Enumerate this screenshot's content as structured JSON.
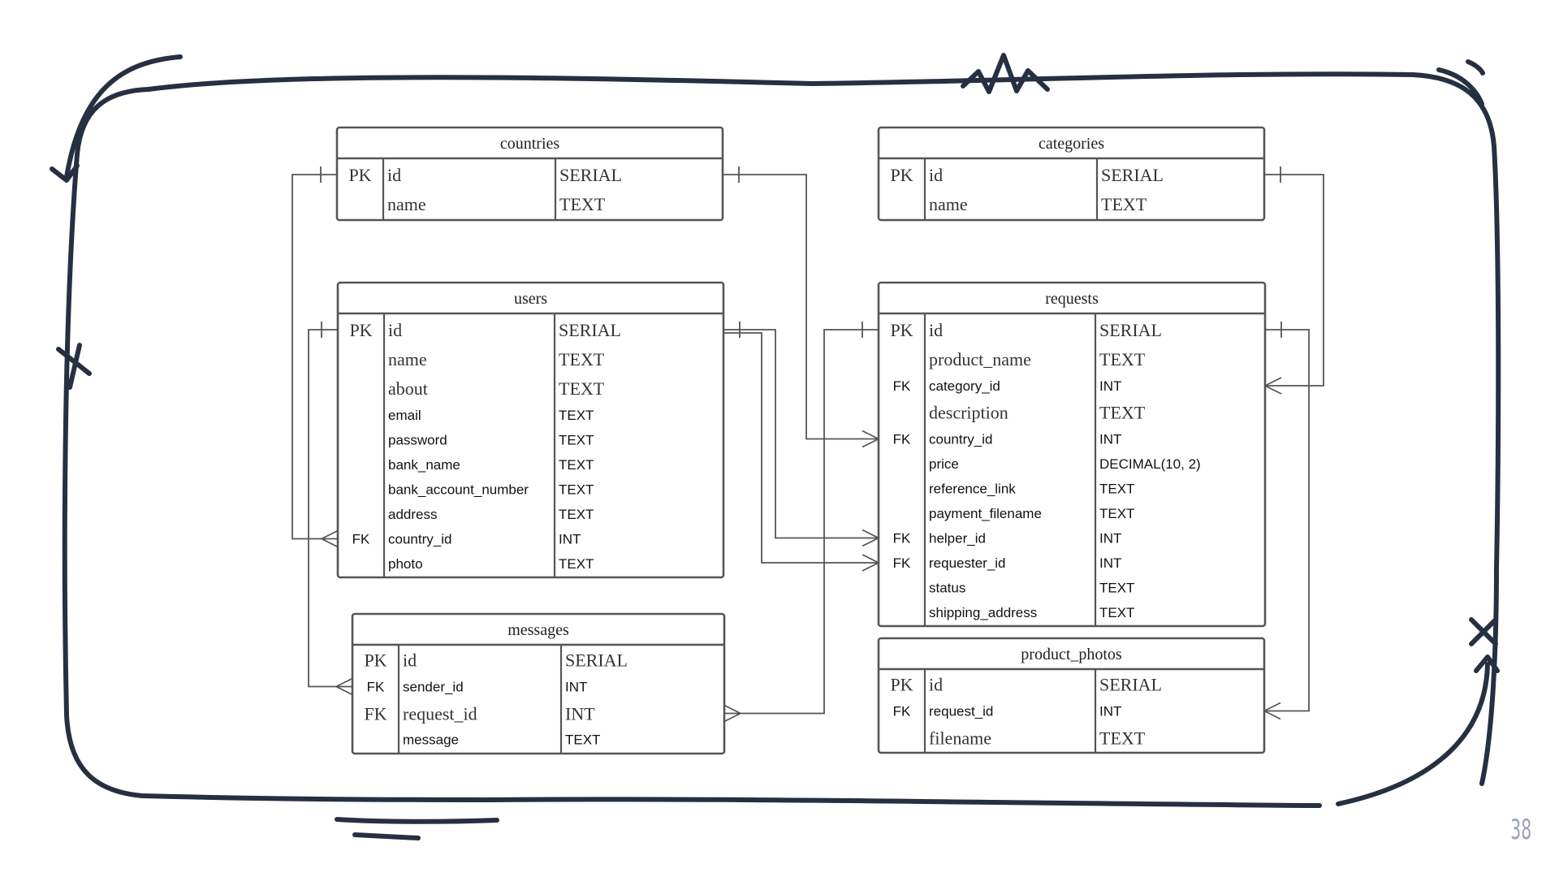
{
  "slide": {
    "page_number": "38"
  },
  "colors": {
    "frame": "#253041",
    "table": "#555555",
    "page_number": "#9aa3b8"
  },
  "tables": [
    {
      "id": "countries",
      "title": "countries",
      "rows": [
        {
          "key": "PK",
          "name": "id",
          "type": "SERIAL",
          "font": "serif"
        },
        {
          "key": "",
          "name": "name",
          "type": "TEXT",
          "font": "serif"
        }
      ]
    },
    {
      "id": "categories",
      "title": "categories",
      "rows": [
        {
          "key": "PK",
          "name": "id",
          "type": "SERIAL",
          "font": "serif"
        },
        {
          "key": "",
          "name": "name",
          "type": "TEXT",
          "font": "serif"
        }
      ]
    },
    {
      "id": "users",
      "title": "users",
      "rows": [
        {
          "key": "PK",
          "name": "id",
          "type": "SERIAL",
          "font": "serif"
        },
        {
          "key": "",
          "name": "name",
          "type": "TEXT",
          "font": "serif"
        },
        {
          "key": "",
          "name": "about",
          "type": "TEXT",
          "font": "serif"
        },
        {
          "key": "",
          "name": "email",
          "type": "TEXT",
          "font": "sans"
        },
        {
          "key": "",
          "name": "password",
          "type": "TEXT",
          "font": "sans"
        },
        {
          "key": "",
          "name": "bank_name",
          "type": "TEXT",
          "font": "sans"
        },
        {
          "key": "",
          "name": "bank_account_number",
          "type": "TEXT",
          "font": "sans"
        },
        {
          "key": "",
          "name": "address",
          "type": "TEXT",
          "font": "sans"
        },
        {
          "key": "FK",
          "name": "country_id",
          "type": "INT",
          "font": "sans"
        },
        {
          "key": "",
          "name": "photo",
          "type": "TEXT",
          "font": "sans"
        }
      ]
    },
    {
      "id": "requests",
      "title": "requests",
      "rows": [
        {
          "key": "PK",
          "name": "id",
          "type": "SERIAL",
          "font": "serif"
        },
        {
          "key": "",
          "name": "product_name",
          "type": "TEXT",
          "font": "serif"
        },
        {
          "key": "FK",
          "name": "category_id",
          "type": "INT",
          "font": "sans"
        },
        {
          "key": "",
          "name": "description",
          "type": "TEXT",
          "font": "serif"
        },
        {
          "key": "FK",
          "name": "country_id",
          "type": "INT",
          "font": "sans"
        },
        {
          "key": "",
          "name": "price",
          "type": "DECIMAL(10, 2)",
          "font": "sans"
        },
        {
          "key": "",
          "name": "reference_link",
          "type": "TEXT",
          "font": "sans"
        },
        {
          "key": "",
          "name": "payment_filename",
          "type": "TEXT",
          "font": "sans"
        },
        {
          "key": "FK",
          "name": "helper_id",
          "type": "INT",
          "font": "sans"
        },
        {
          "key": "FK",
          "name": "requester_id",
          "type": "INT",
          "font": "sans"
        },
        {
          "key": "",
          "name": "status",
          "type": "TEXT",
          "font": "sans"
        },
        {
          "key": "",
          "name": "shipping_address",
          "type": "TEXT",
          "font": "sans"
        }
      ]
    },
    {
      "id": "messages",
      "title": "messages",
      "rows": [
        {
          "key": "PK",
          "name": "id",
          "type": "SERIAL",
          "font": "serif"
        },
        {
          "key": "FK",
          "name": "sender_id",
          "type": "INT",
          "font": "sans"
        },
        {
          "key": "FK",
          "name": "request_id",
          "type": "INT",
          "font": "serif"
        },
        {
          "key": "",
          "name": "message",
          "type": "TEXT",
          "font": "sans"
        }
      ]
    },
    {
      "id": "product_photos",
      "title": "product_photos",
      "rows": [
        {
          "key": "PK",
          "name": "id",
          "type": "SERIAL",
          "font": "serif"
        },
        {
          "key": "FK",
          "name": "request_id",
          "type": "INT",
          "font": "sans"
        },
        {
          "key": "",
          "name": "filename",
          "type": "TEXT",
          "font": "serif"
        }
      ]
    }
  ],
  "relationships": [
    {
      "from": "countries.id",
      "to": "users.country_id",
      "cardinality": "one-to-many"
    },
    {
      "from": "countries.id",
      "to": "requests.country_id",
      "cardinality": "one-to-many"
    },
    {
      "from": "categories.id",
      "to": "requests.category_id",
      "cardinality": "one-to-many"
    },
    {
      "from": "users.id",
      "to": "requests.helper_id",
      "cardinality": "one-to-many"
    },
    {
      "from": "users.id",
      "to": "requests.requester_id",
      "cardinality": "one-to-many"
    },
    {
      "from": "users.id",
      "to": "messages.sender_id",
      "cardinality": "one-to-many"
    },
    {
      "from": "requests.id",
      "to": "messages.request_id",
      "cardinality": "one-to-many"
    },
    {
      "from": "requests.id",
      "to": "product_photos.request_id",
      "cardinality": "one-to-many"
    }
  ]
}
